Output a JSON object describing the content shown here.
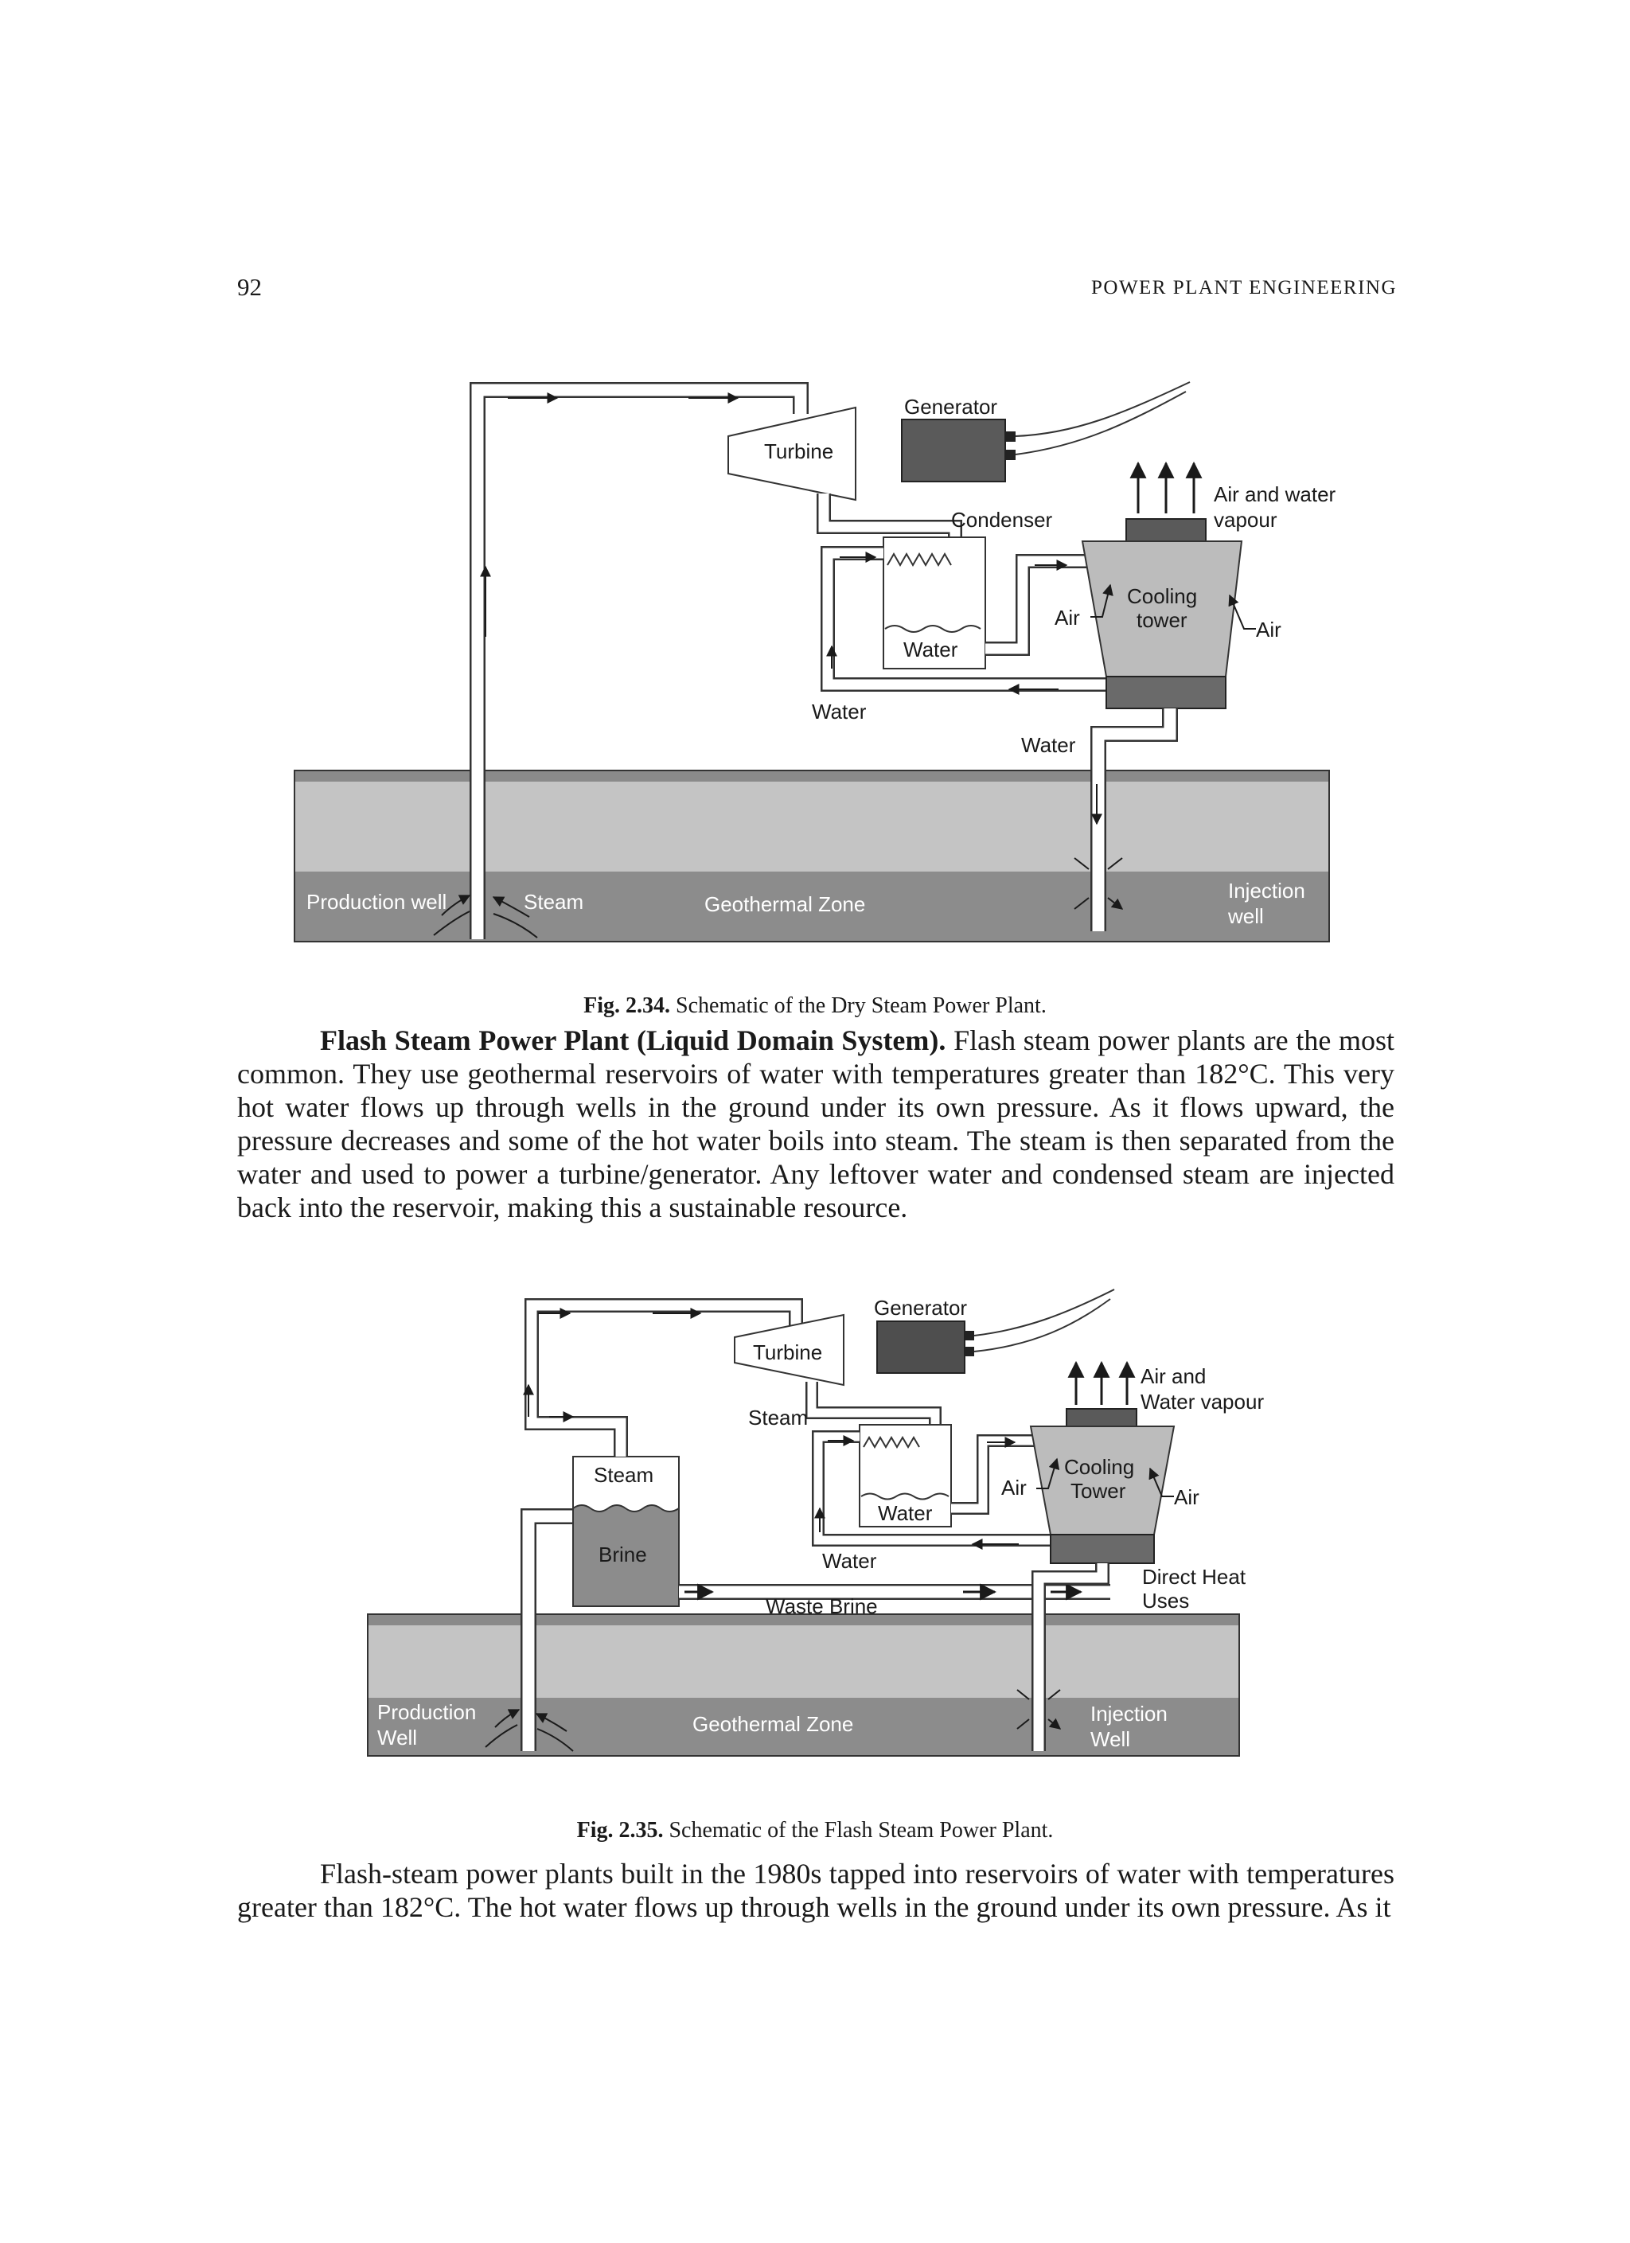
{
  "header": {
    "page_number": "92",
    "running_title": "POWER PLANT ENGINEERING"
  },
  "figure1": {
    "labels": {
      "generator": "Generator",
      "turbine": "Turbine",
      "condenser": "Condenser",
      "air_water_vapour_1": "Air and water",
      "air_water_vapour_2": "vapour",
      "cooling_1": "Cooling",
      "cooling_2": "tower",
      "air_left": "Air",
      "air_right": "Air",
      "water_condenser": "Water",
      "water_left": "Water",
      "water_down": "Water",
      "production_well": "Production well",
      "steam": "Steam",
      "geothermal_zone": "Geothermal Zone",
      "injection_1": "Injection",
      "injection_2": "well"
    },
    "caption_num": "Fig. 2.34.",
    "caption_text": " Schematic of the Dry Steam Power Plant."
  },
  "paragraph1": {
    "heading": "Flash Steam Power Plant (Liquid Domain System).",
    "text": " Flash steam power plants are the most common. They use geothermal reservoirs of water with temperatures greater than 182°C. This very hot water flows up through wells in the ground under its own pressure. As it flows upward, the pressure decreases and some of the hot water boils into steam. The steam is then separated from the water and used to power a turbine/generator. Any leftover water and condensed steam are injected back into the reservoir, making this a sustainable resource."
  },
  "figure2": {
    "labels": {
      "generator": "Generator",
      "turbine": "Turbine",
      "steam_pipe": "Steam",
      "air_water_1": "Air and",
      "air_water_2": "Water vapour",
      "steam_tank": "Steam",
      "brine": "Brine",
      "cooling_1": "Cooling",
      "cooling_2": "Tower",
      "air_left": "Air",
      "air_right": "Air",
      "water_condenser": "Water",
      "water_below": "Water",
      "waste_brine": "Waste Brine",
      "direct_heat_1": "Direct Heat",
      "direct_heat_2": "Uses",
      "production_1": "Production",
      "production_2": "Well",
      "geothermal_zone": "Geothermal Zone",
      "injection_1": "Injection",
      "injection_2": "Well"
    },
    "caption_num": "Fig. 2.35.",
    "caption_text": " Schematic of the Flash Steam Power Plant."
  },
  "paragraph2": {
    "text": "Flash-steam power plants built in the 1980s tapped into reservoirs of water with temperatures greater than 182°C. The hot water flows up through wells in the ground under its own pressure. As it"
  }
}
